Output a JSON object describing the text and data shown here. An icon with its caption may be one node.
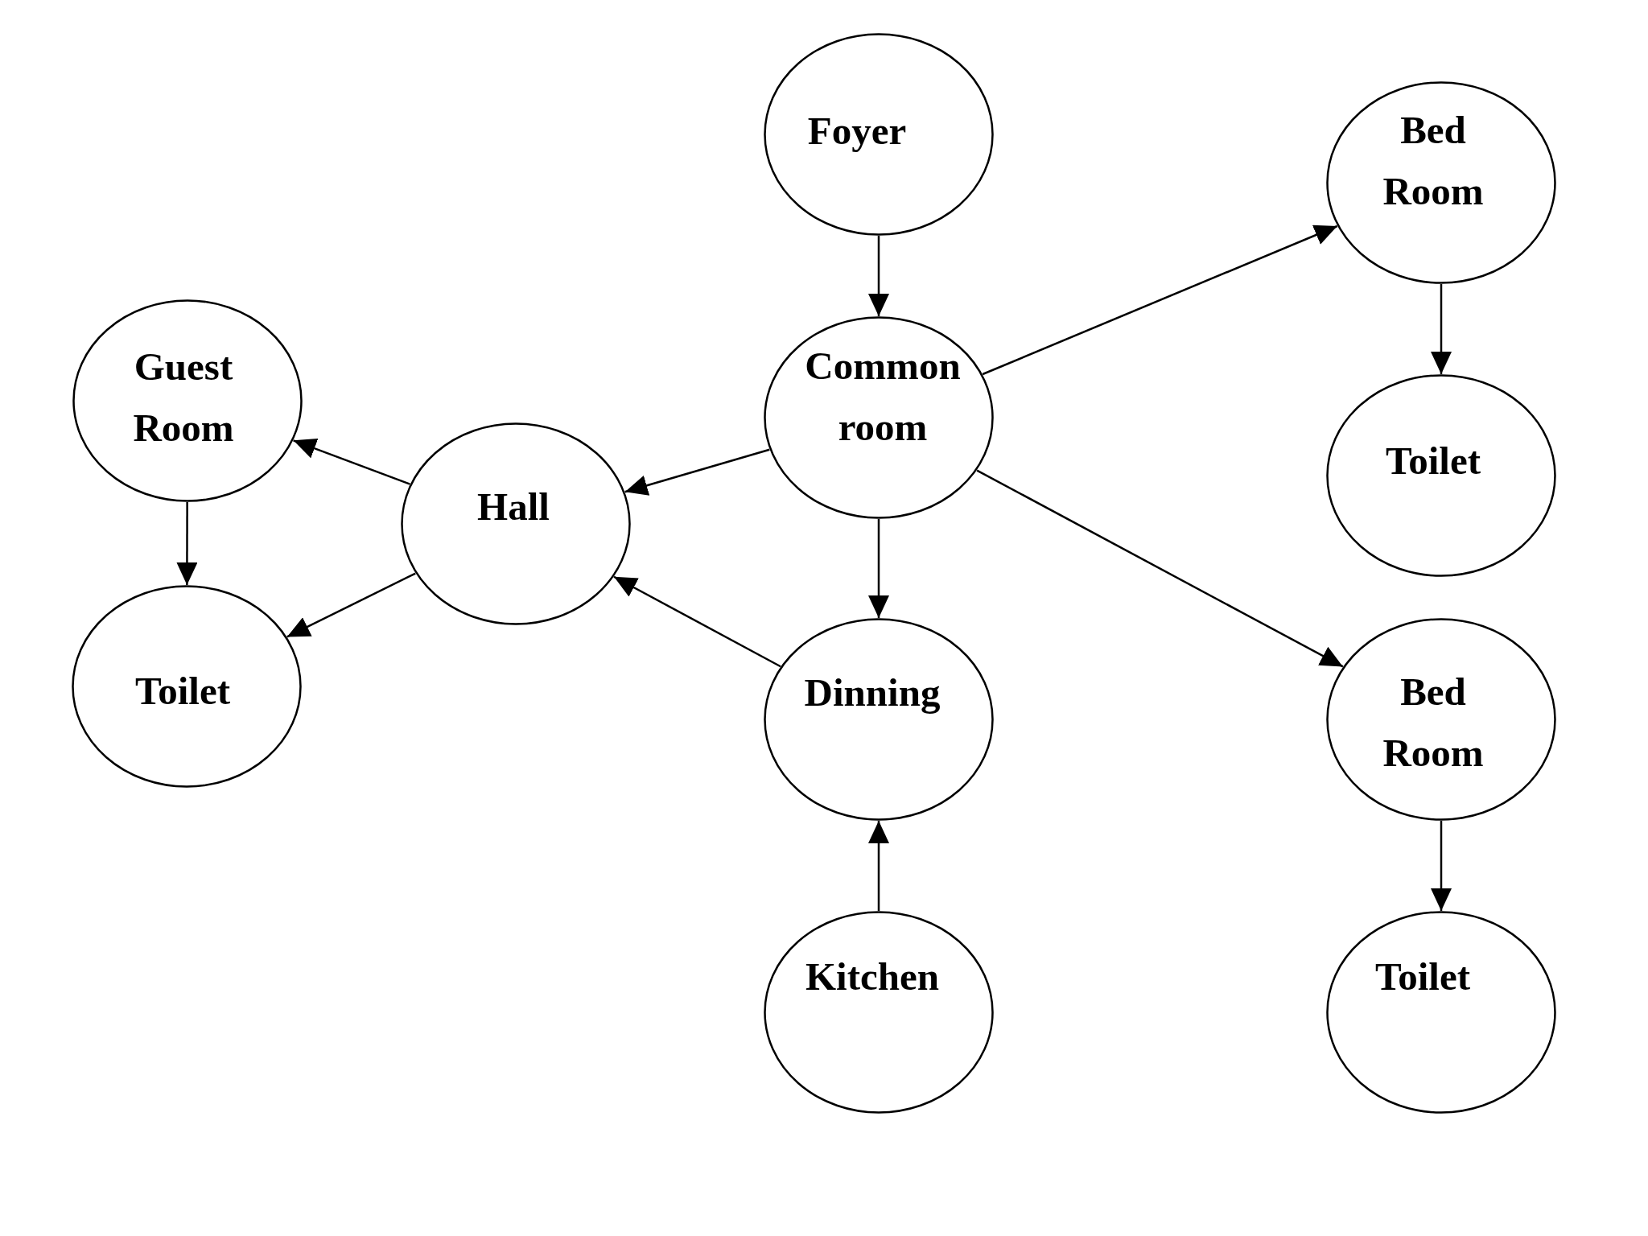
{
  "diagram": {
    "nodes": [
      {
        "text": [
          "Foyer"
        ]
      },
      {
        "text": [
          "Bed Room"
        ]
      },
      {
        "text": [
          "Guest Room"
        ]
      },
      {
        "text": [
          "Common room"
        ]
      },
      {
        "text": [
          "Toilet"
        ]
      },
      {
        "text": [
          "Hall"
        ]
      },
      {
        "text": [
          "Toilet"
        ]
      },
      {
        "text": [
          "Dinning"
        ]
      },
      {
        "text": [
          "Bed Room"
        ]
      },
      {
        "text": [
          "Kitchen"
        ]
      },
      {
        "text": [
          "Toilet"
        ]
      }
    ],
    "edges": [
      {
        "from": 0,
        "to": 3,
        "arrow": "to"
      },
      {
        "from": 3,
        "to": 1,
        "arrow": "to"
      },
      {
        "from": 1,
        "to": 4,
        "arrow": "to"
      },
      {
        "from": 3,
        "to": 5,
        "arrow": "to"
      },
      {
        "from": 5,
        "to": 2,
        "arrow": "to"
      },
      {
        "from": 2,
        "to": 6,
        "arrow": "to"
      },
      {
        "from": 5,
        "to": 6,
        "arrow": "to"
      },
      {
        "from": 3,
        "to": 7,
        "arrow": "to"
      },
      {
        "from": 7,
        "to": 5,
        "arrow": "to"
      },
      {
        "from": 3,
        "to": 8,
        "arrow": "to"
      },
      {
        "from": 9,
        "to": 7,
        "arrow": "to"
      },
      {
        "from": 8,
        "to": 10,
        "arrow": "to"
      }
    ]
  }
}
